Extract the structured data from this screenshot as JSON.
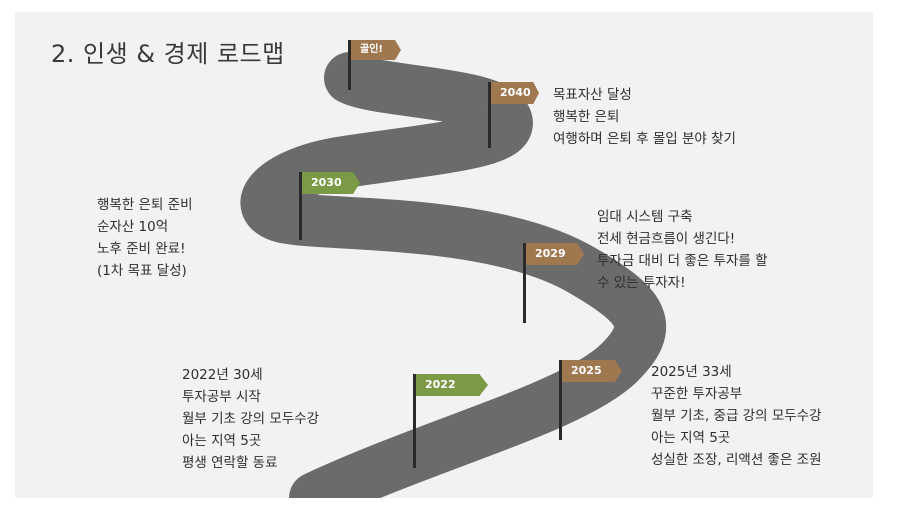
{
  "title": "2. 인생 & 경제 로드맵",
  "colors": {
    "road": "#6b6b6b",
    "flag_brown": "#a07850",
    "flag_green": "#7a9a45",
    "background": "#f2f2f2"
  },
  "flags": {
    "goal": "골인!",
    "y2040": "2040",
    "y2030": "2030",
    "y2029": "2029",
    "y2025": "2025",
    "y2022": "2022"
  },
  "notes": {
    "n2040": [
      "목표자산 달성",
      "행복한 은퇴",
      "여행하며 은퇴 후 몰입 분야 찾기"
    ],
    "n2030": [
      "행복한 은퇴 준비",
      "순자산 10억",
      "노후 준비 완료!",
      "(1차 목표 달성)"
    ],
    "n2029": [
      "임대 시스템 구축",
      "전세 현금흐름이 생긴다!",
      "투자금 대비 더 좋은 투자를 할",
      "수 있는 투자자!"
    ],
    "n2022": [
      "2022년 30세",
      "투자공부 시작",
      "월부 기초 강의 모두수강",
      "아는 지역 5곳",
      "평생 연락할 동료"
    ],
    "n2025": [
      "2025년 33세",
      "꾸준한 투자공부",
      "월부 기초, 중급 강의 모두수강",
      "아는 지역 5곳",
      "성실한 조장, 리액션 좋은 조원"
    ]
  }
}
